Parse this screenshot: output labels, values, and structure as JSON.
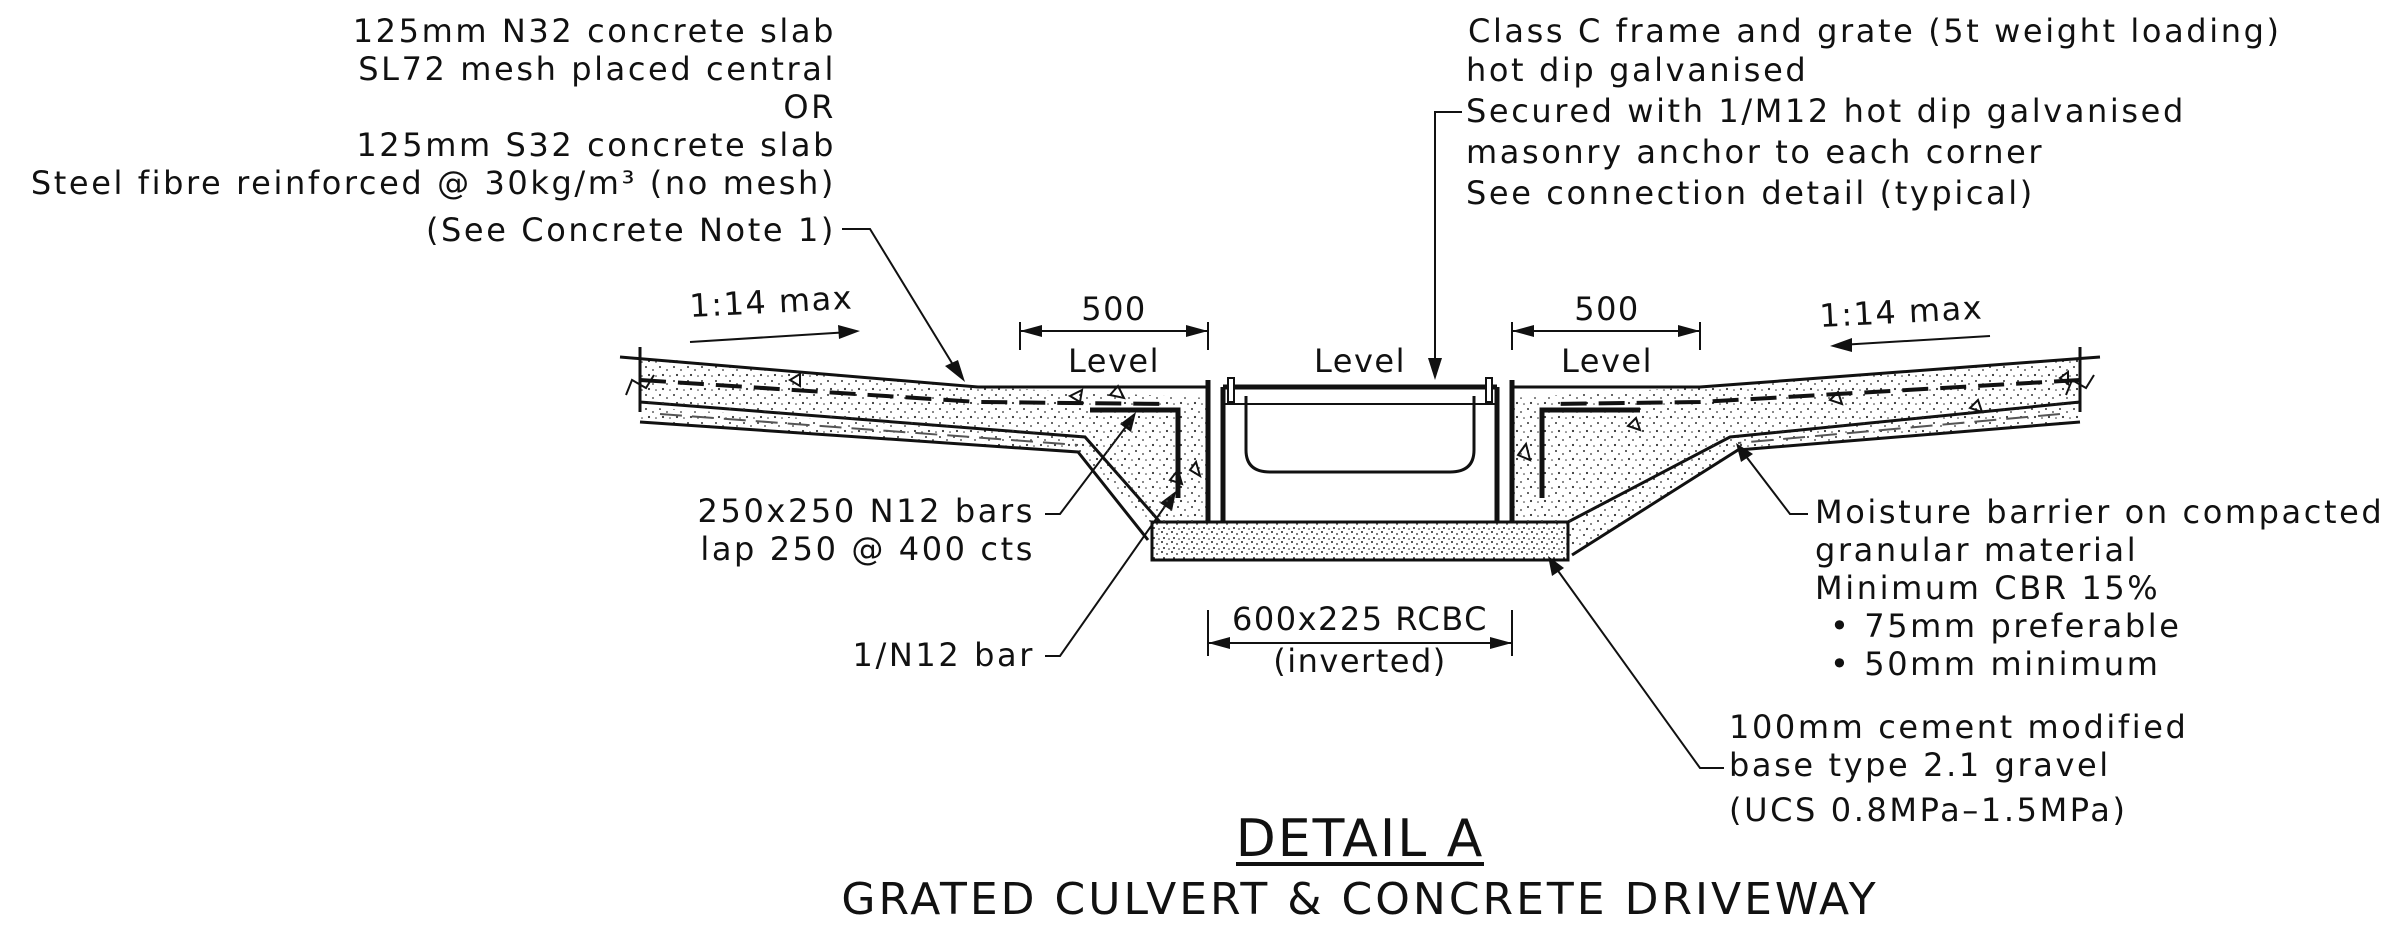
{
  "notes": {
    "slab": [
      "125mm N32 concrete slab",
      "SL72 mesh placed central",
      "OR",
      "125mm S32 concrete slab",
      "Steel fibre reinforced @ 30kg/m³ (no mesh)",
      "(See Concrete Note 1)"
    ],
    "grate": [
      "Class C frame and grate (5t weight loading)",
      "hot dip galvanised",
      "Secured with 1/M12 hot dip galvanised",
      "masonry anchor to each corner",
      "See connection detail (typical)"
    ],
    "bars": [
      "250x250 N12 bars",
      "lap 250 @ 400 cts"
    ],
    "bar": "1/N12 bar",
    "moisture": [
      "Moisture barrier on compacted",
      "granular material",
      "Minimum CBR 15%",
      "•    75mm preferable",
      "•    50mm minimum"
    ],
    "base": [
      "100mm cement modified",
      "base type 2.1 gravel",
      "(UCS 0.8MPa–1.5MPa)"
    ]
  },
  "dimensions": {
    "slope_left": "1:14 max",
    "slope_right": "1:14 max",
    "width_left": "500",
    "width_right": "500",
    "level_left": "Level",
    "level_center": "Level",
    "level_right": "Level",
    "culvert": "600x225 RCBC",
    "culvert_note": "(inverted)"
  },
  "title": {
    "main": "DETAIL A",
    "sub": "GRATED CULVERT & CONCRETE DRIVEWAY"
  }
}
